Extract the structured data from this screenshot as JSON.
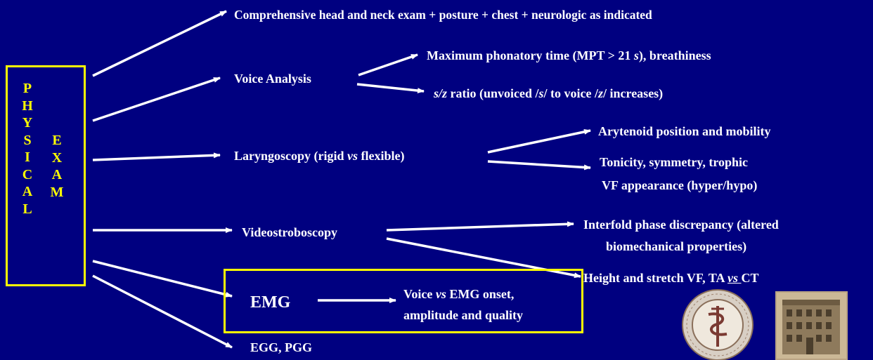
{
  "colors": {
    "background": "#000080",
    "text": "#ffffff",
    "accent": "#ffff00"
  },
  "physical_exam": {
    "letters_physical": [
      "P",
      "H",
      "Y",
      "S",
      "I",
      "C",
      "A",
      "L"
    ],
    "letters_exam": [
      "E",
      "X",
      "A",
      "M"
    ]
  },
  "branches": {
    "comprehensive": "Comprehensive head and neck exam + posture + chest + neurologic as indicated",
    "voice_analysis": "Voice Analysis",
    "mpt": {
      "a": "Maximum phonatory time (MPT > 21 ",
      "b": "s",
      "c": "), breathiness"
    },
    "sz": {
      "a": "s/z",
      "b": " ratio (unvoiced /",
      "c": "s",
      "d": "/ to voice /",
      "e": "z",
      "f": "/ increases)"
    },
    "laryngoscopy": {
      "a": "Laryngoscopy (rigid ",
      "b": "vs",
      "c": " flexible)"
    },
    "arytenoid": "Arytenoid position and mobility",
    "tonicity": {
      "line1": "Tonicity, symmetry, trophic",
      "line2": "VF appearance (hyper/hypo)"
    },
    "videostroboscopy": "Videostroboscopy",
    "interfold": {
      "line1": "Interfold phase discrepancy (altered",
      "line2": "biomechanical properties)"
    },
    "height": {
      "a": "Height and stretch VF, TA ",
      "b": "vs ",
      "c": "CT"
    },
    "emg": "EMG",
    "emg_onset": {
      "line1a": "Voice ",
      "line1b": "vs",
      "line1c": " EMG onset,",
      "line2": "amplitude and quality"
    },
    "egg": "EGG, PGG"
  },
  "icons": [
    "seal-emblem-icon",
    "building-photo-icon"
  ]
}
